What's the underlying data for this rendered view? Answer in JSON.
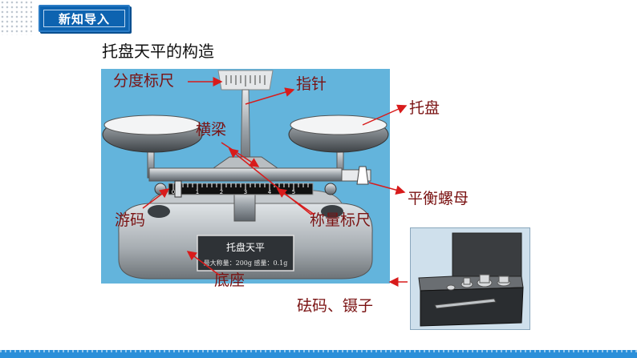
{
  "header": {
    "tag_label": "新知导入"
  },
  "title": "托盘天平的构造",
  "balance": {
    "nameplate_title": "托盘天平",
    "nameplate_spec": "最大称量：200g  感量：0.1g",
    "scale_ticks": [
      "0",
      "1",
      "2",
      "3",
      "4",
      "5"
    ]
  },
  "labels": {
    "scale_pointer_scale": "分度标尺",
    "pointer": "指针",
    "pan": "托盘",
    "beam": "横梁",
    "balance_nut": "平衡螺母",
    "rider": "游码",
    "beam_scale": "称量标尺",
    "base": "底座",
    "weights_tweezers": "砝码、镊子"
  },
  "colors": {
    "tag_bg": "#0d63b0",
    "label_text": "#7a1212",
    "arrow": "#d81b1b",
    "panel_bg": "#63b4dc",
    "bottom_bar": "#2b8fd9"
  }
}
